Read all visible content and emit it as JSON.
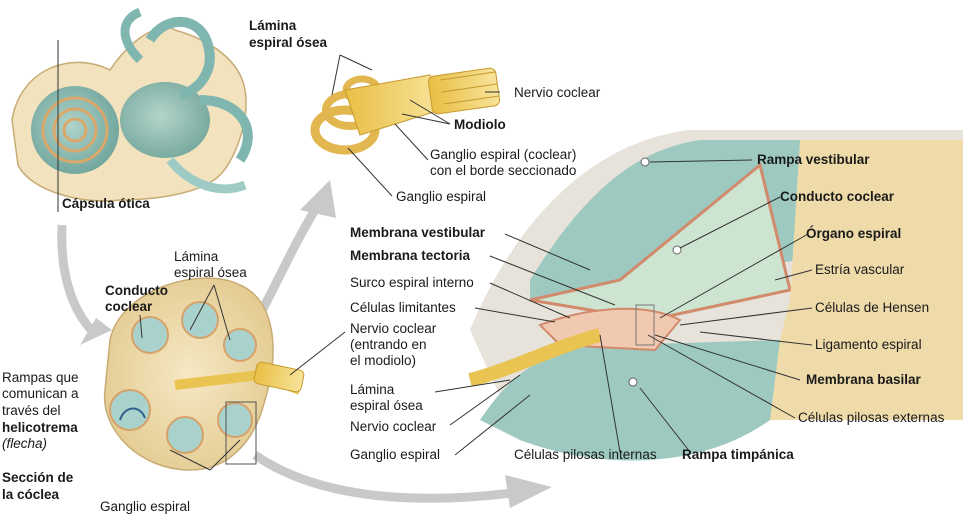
{
  "labels": {
    "capsula_otica": "Cápsula ótica",
    "lamina_top_1": "Lámina",
    "lamina_top_2": "espiral ósea",
    "nervio_coclear_top": "Nervio coclear",
    "modiolo": "Modiolo",
    "ganglio_seccionado_1": "Ganglio espiral (coclear)",
    "ganglio_seccionado_2": "con el borde seccionado",
    "ganglio_espiral_top": "Ganglio espiral",
    "lamina_mid_1": "Lámina",
    "lamina_mid_2": "espiral ósea",
    "conducto_coclear_left_1": "Conducto",
    "conducto_coclear_left_2": "coclear",
    "nervio_entrando_1": "Nervio coclear",
    "nervio_entrando_2": "(entrando en",
    "nervio_entrando_3": "el modiolo)",
    "rampas_1": "Rampas que",
    "rampas_2": "comunican a",
    "rampas_3": "través del",
    "rampas_4": "helicotrema",
    "rampas_5": "(flecha)",
    "seccion_1": "Sección de",
    "seccion_2": "la cóclea",
    "ganglio_espiral_bottom_left": "Ganglio espiral",
    "rampa_vestibular": "Rampa vestibular",
    "conducto_coclear_right": "Conducto coclear",
    "membrana_vestibular": "Membrana vestibular",
    "organo_espiral": "Órgano espiral",
    "membrana_tectoria": "Membrana tectoria",
    "estria_vascular": "Estría vascular",
    "surco_espiral_interno": "Surco espiral interno",
    "celulas_hensen": "Células de Hensen",
    "celulas_limitantes": "Células limitantes",
    "ligamento_espiral": "Ligamento espiral",
    "membrana_basilar": "Membrana basilar",
    "lamina_bottom_1": "Lámina",
    "lamina_bottom_2": "espiral ósea",
    "celulas_pilosas_externas": "Células pilosas externas",
    "nervio_coclear_bottom": "Nervio coclear",
    "ganglio_espiral_bottom": "Ganglio espiral",
    "celulas_pilosas_internas": "Células pilosas internas",
    "rampa_timpanica": "Rampa timpánica"
  },
  "colors": {
    "endolymph": "#cfe6d2",
    "perilymph": "#bcd9d4",
    "bone": "#efdcae",
    "nerve": "#f3d36a",
    "labyrinth": "#7fb6b0",
    "arrow": "#c9c9c9",
    "ligament": "#e6e3da"
  }
}
